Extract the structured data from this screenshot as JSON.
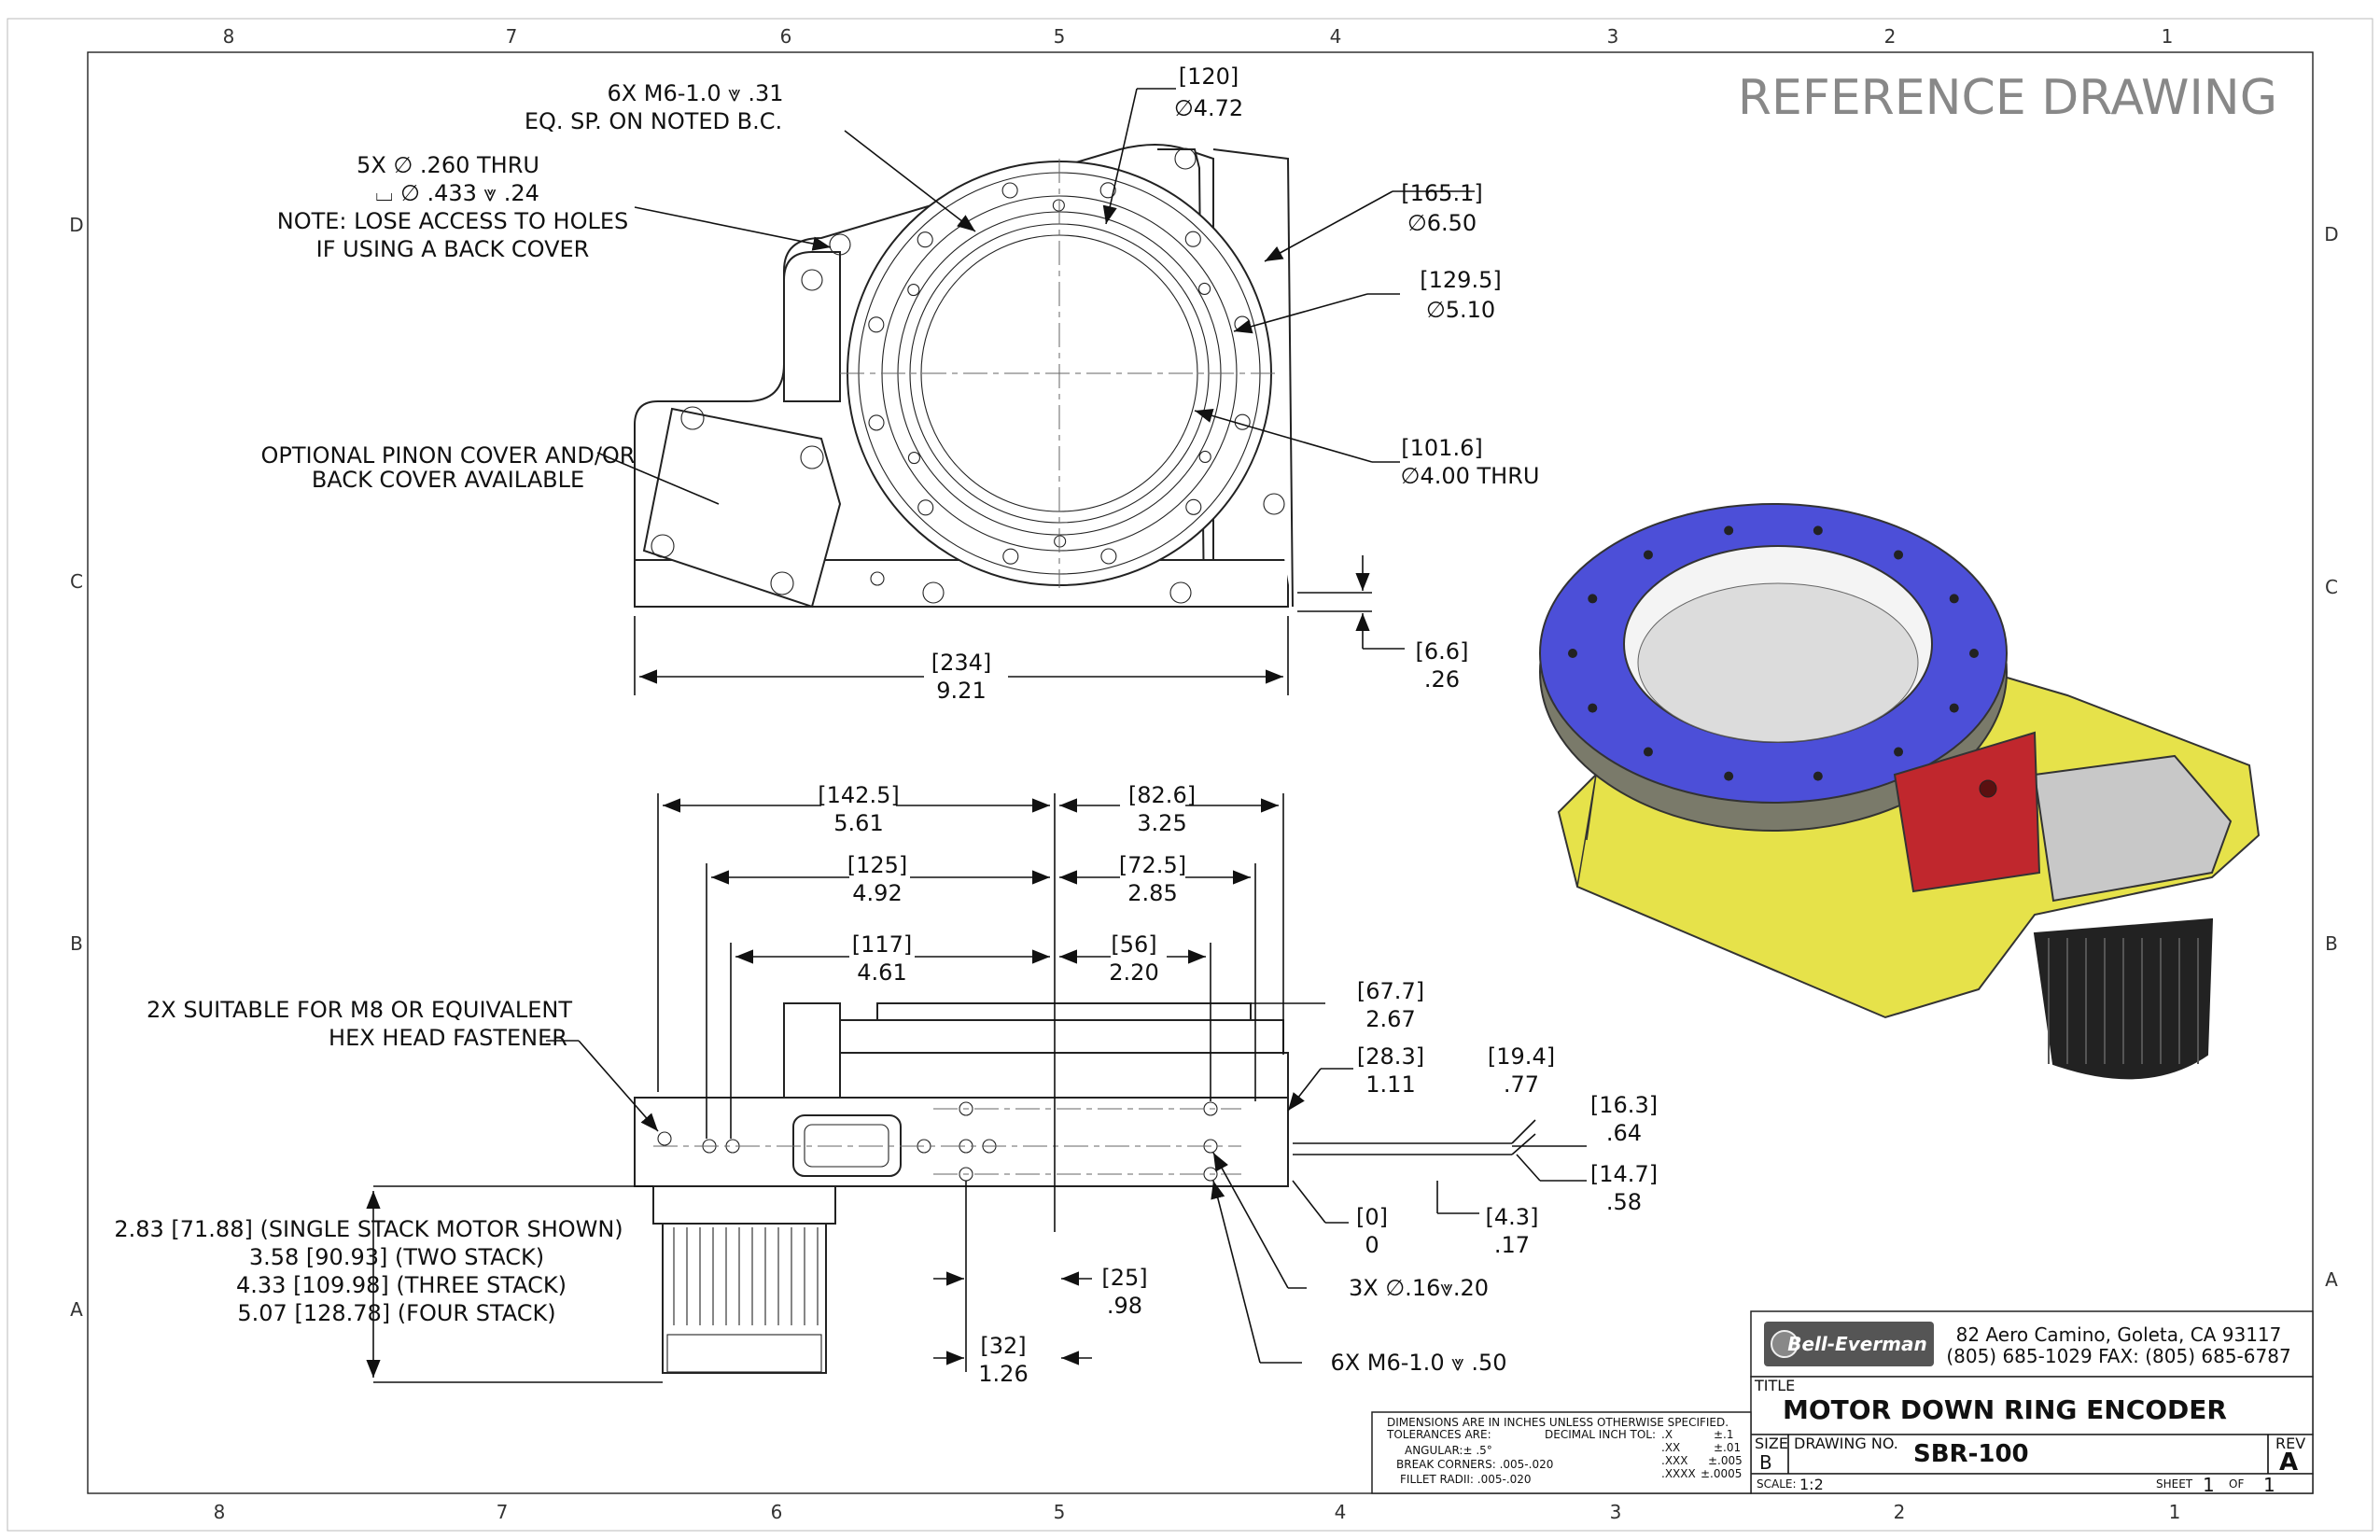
{
  "title_block": {
    "ref_heading": "REFERENCE DRAWING",
    "company_logo": "Bell-Everman",
    "address_line1": "82 Aero Camino, Goleta, CA 93117",
    "address_line2": "(805) 685-1029 FAX: (805) 685-6787",
    "title_label": "TITLE",
    "title": "MOTOR DOWN RING ENCODER",
    "size_label": "SIZE",
    "size": "B",
    "drawing_no_label": "DRAWING NO.",
    "drawing_no": "SBR-100",
    "rev_label": "REV",
    "rev": "A",
    "scale_label": "SCALE:",
    "scale": "1:2",
    "sheet_label": "SHEET",
    "sheet": "1",
    "of_label": "OF",
    "sheet_total": "1"
  },
  "tolerances": {
    "line1": "DIMENSIONS ARE IN INCHES UNLESS OTHERWISE SPECIFIED.",
    "line2": "TOLERANCES ARE:",
    "decimal_label": "DECIMAL INCH TOL:",
    "angular": "ANGULAR:± .5°",
    "break_corners": "BREAK CORNERS: .005-.020",
    "fillet": "FILLET RADII: .005-.020",
    "x": ".X",
    "x_val": "±.1",
    "xx": ".XX",
    "xx_val": "±.01",
    "xxx": ".XXX",
    "xxx_val": "±.005",
    "xxxx": ".XXXX",
    "xxxx_val": "±.0005"
  },
  "zones": {
    "columns": [
      "8",
      "7",
      "6",
      "5",
      "4",
      "3",
      "2",
      "1"
    ],
    "rows": [
      "D",
      "C",
      "B",
      "A"
    ]
  },
  "top_view": {
    "note_m6_1": "6X M6-1.0 ⩔ .31",
    "note_m6_2": "EQ. SP. ON NOTED B.C.",
    "note_holes_1": "5X ∅ .260 THRU",
    "note_holes_2": "⌴ ∅ .433 ⩔ .24",
    "note_holes_3": "NOTE: LOSE ACCESS TO HOLES",
    "note_holes_4": "IF USING A BACK COVER",
    "note_cover_1": "OPTIONAL PINON COVER AND/OR",
    "note_cover_2": "BACK COVER AVAILABLE",
    "d120_mm": "[120]",
    "d120_in": "∅4.72",
    "d165_mm": "[165.1]",
    "d165_in": "∅6.50",
    "d129_mm": "[129.5]",
    "d129_in": "∅5.10",
    "d101_mm": "[101.6]",
    "d101_in": "∅4.00  THRU",
    "w234_mm": "[234]",
    "w234_in": "9.21",
    "h66_mm": "[6.6]",
    "h66_in": ".26"
  },
  "side_view": {
    "d1425_mm": "[142.5]",
    "d1425_in": "5.61",
    "d826_mm": "[82.6]",
    "d826_in": "3.25",
    "d125_mm": "[125]",
    "d125_in": "4.92",
    "d725_mm": "[72.5]",
    "d725_in": "2.85",
    "d117_mm": "[117]",
    "d117_in": "4.61",
    "d56_mm": "[56]",
    "d56_in": "2.20",
    "d677_mm": "[67.7]",
    "d677_in": "2.67",
    "d283_mm": "[28.3]",
    "d283_in": "1.11",
    "d194_mm": "[19.4]",
    "d194_in": ".77",
    "d163_mm": "[16.3]",
    "d163_in": ".64",
    "d147_mm": "[14.7]",
    "d147_in": ".58",
    "d0_mm": "[0]",
    "d0_in": "0",
    "d43_mm": "[4.3]",
    "d43_in": ".17",
    "d25_mm": "[25]",
    "d25_in": ".98",
    "d32_mm": "[32]",
    "d32_in": "1.26",
    "note_hex_1": "2X SUITABLE FOR M8 OR EQUIVALENT",
    "note_hex_2": "HEX HEAD FASTENER",
    "note_3x": "3X ∅.16⩔.20",
    "note_6x": "6X M6-1.0 ⩔ .50",
    "stack_1": "2.83 [71.88] (SINGLE STACK MOTOR SHOWN)",
    "stack_2": "3.58 [90.93] (TWO STACK)",
    "stack_3": "4.33 [109.98] (THREE STACK)",
    "stack_4": "5.07 [128.78] (FOUR STACK)"
  },
  "iso_colors": {
    "ring": "#4c4fd8",
    "body": "#e6e24a",
    "encoder": "#c0272d",
    "motor": "#222222",
    "cover": "#c8c8c8"
  }
}
